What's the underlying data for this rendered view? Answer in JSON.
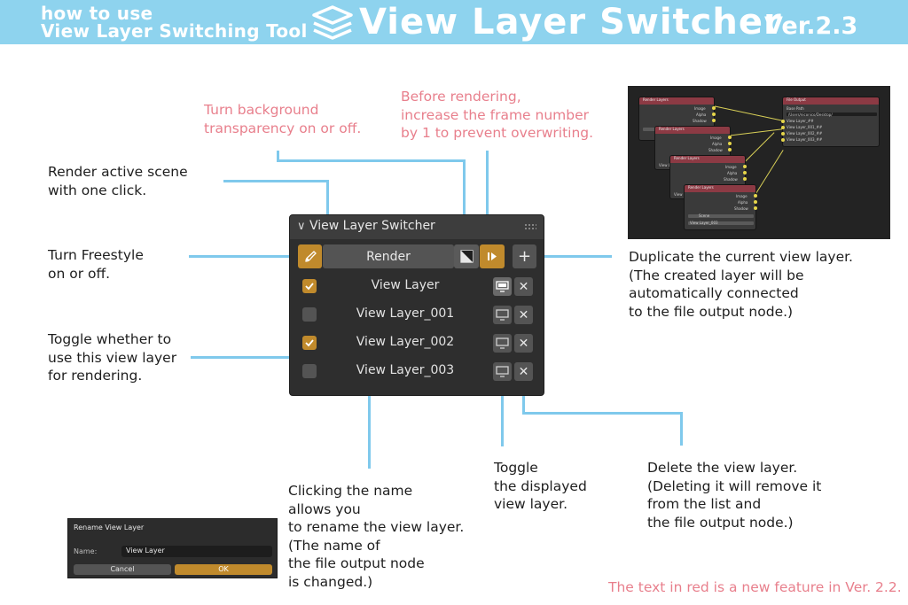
{
  "header": {
    "subtitle_line1": "how to use",
    "subtitle_line2": "View Layer Switching Tool",
    "title": "View Layer Switcher",
    "version": "Ver.2.3",
    "background": "#8ed3ee"
  },
  "annotations": {
    "transparency": "Turn background\ntransparency on or off.",
    "frame_increment": "Before rendering,\nincrease the frame number\nby 1 to prevent overwriting.",
    "render": "Render active scene\nwith one click.",
    "freestyle": "Turn Freestyle\non or off.",
    "toggle_render": "Toggle whether to\nuse this view layer\nfor rendering.",
    "duplicate": "Duplicate the current view layer.\n(The created layer will be\nautomatically connected\nto the file output node.)",
    "rename": "Clicking the name\nallows you\nto rename the view layer.\n(The name of\nthe file output node\nis changed.)",
    "toggle_display": "Toggle\nthe displayed\nview layer.",
    "delete": "Delete the view layer.\n(Deleting it will remove it\nfrom the list and\nthe file output node.)",
    "footer": "The text in red is a new feature in Ver. 2.2.",
    "red_color": "#e87f8c"
  },
  "panel": {
    "title": "View Layer Switcher",
    "render_label": "Render",
    "add_label": "+",
    "accent": "#c08a2c",
    "layers": [
      {
        "name": "View Layer",
        "use_for_render": true,
        "displayed": true
      },
      {
        "name": "View Layer_001",
        "use_for_render": false,
        "displayed": false
      },
      {
        "name": "View Layer_002",
        "use_for_render": true,
        "displayed": false
      },
      {
        "name": "View Layer_003",
        "use_for_render": false,
        "displayed": false
      }
    ]
  },
  "node_editor": {
    "render_node_title": "Render Layers",
    "render_outputs": [
      "Image",
      "Alpha",
      "Shadow"
    ],
    "scene_label": "Scene",
    "output_node_title": "File Output",
    "base_path_label": "Base Path",
    "base_path_value": "/Users/niconico/Desktop/",
    "output_inputs": [
      "View Layer_##",
      "View Layer_001_##",
      "View Layer_002_##",
      "View Layer_003_##"
    ],
    "node_layers": [
      "View Layer",
      "View Layer_001",
      "View Layer_002",
      "View Layer_003"
    ]
  },
  "dialog": {
    "title": "Rename View Layer",
    "name_label": "Name:",
    "name_value": "View Layer",
    "cancel": "Cancel",
    "ok": "OK"
  }
}
